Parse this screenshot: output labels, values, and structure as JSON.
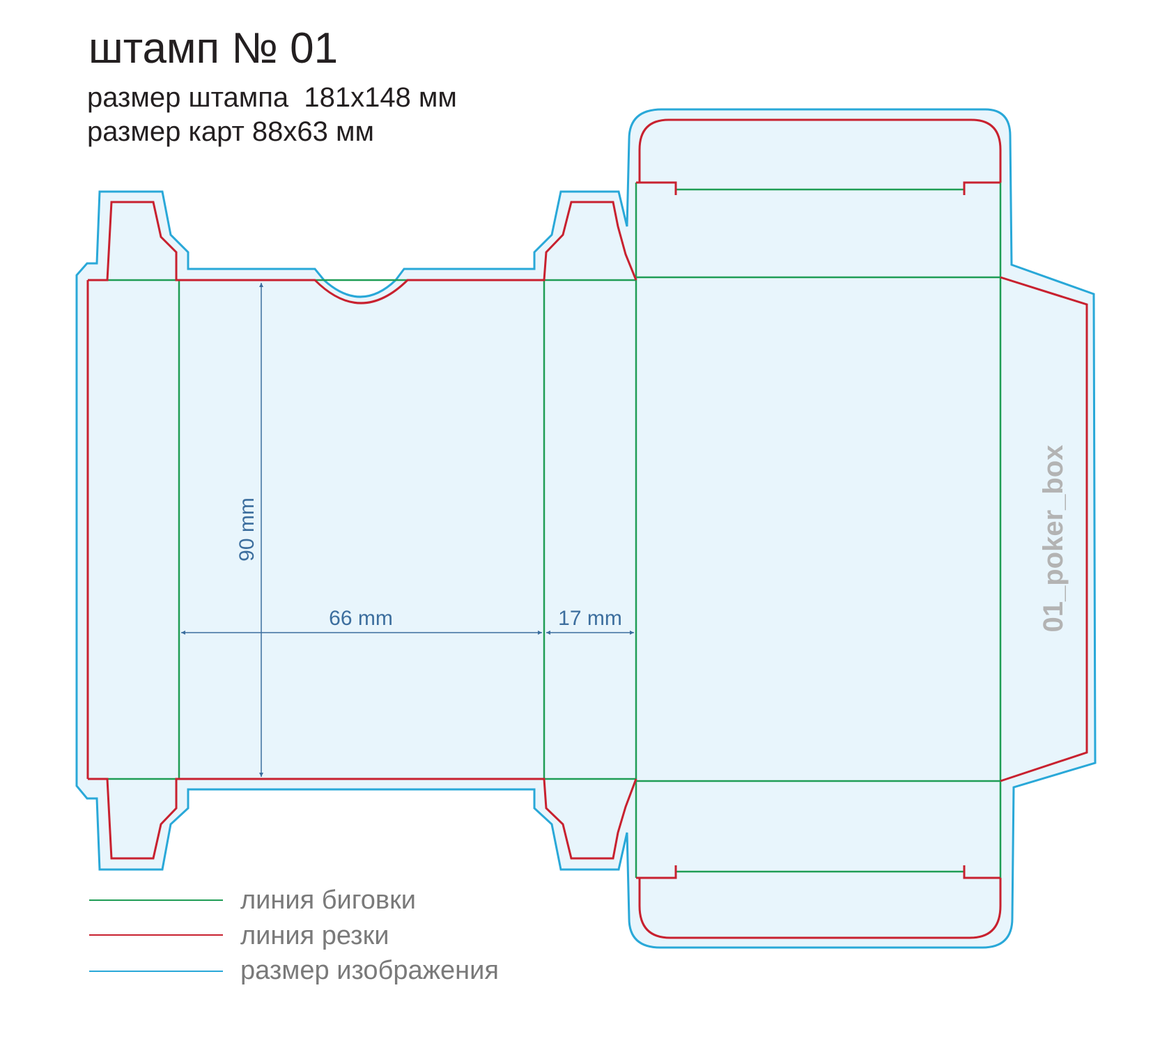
{
  "header": {
    "title": "штамп № 01",
    "stamp_size": "размер штампа  181х148 мм",
    "card_size": "размер карт 88х63 мм"
  },
  "dimensions": {
    "height": "90 mm",
    "front_width": "66 mm",
    "side_width": "17 mm"
  },
  "template_code": "01_poker_box",
  "legend": [
    {
      "label": "линия биговки",
      "color": "#1f9d55"
    },
    {
      "label": "линия резки",
      "color": "#c8212f"
    },
    {
      "label": "размер изображения",
      "color": "#29a8d8"
    }
  ],
  "colors": {
    "fold": "#1f9d55",
    "cut": "#c8212f",
    "bleed": "#29a8d8",
    "fill": "#e8f5fc",
    "dimension": "#3c6e9e"
  }
}
